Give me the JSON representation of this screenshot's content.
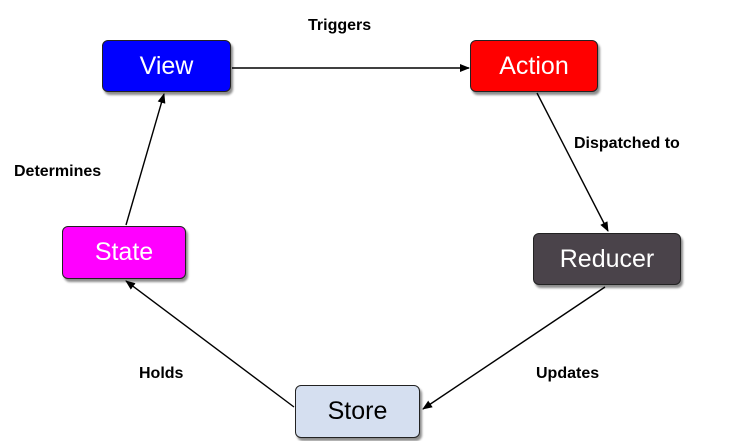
{
  "colors": {
    "view": "#0000ff",
    "action": "#ff0000",
    "reducer": "#4a434a",
    "store": "#d5dff0",
    "state": "#ff00ff",
    "arrow": "#000000"
  },
  "nodes": {
    "view": "View",
    "action": "Action",
    "reducer": "Reducer",
    "store": "Store",
    "state": "State"
  },
  "edges": {
    "triggers": "Triggers",
    "dispatched_to": "Dispatched to",
    "updates": "Updates",
    "holds": "Holds",
    "determines": "Determines"
  }
}
